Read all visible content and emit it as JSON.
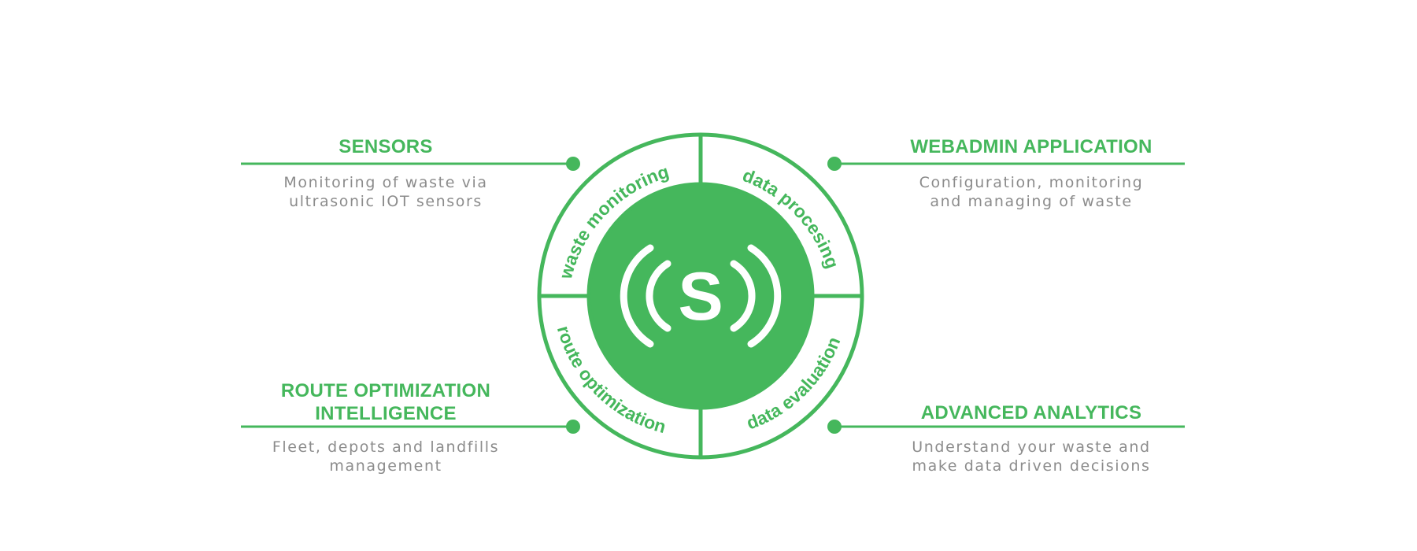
{
  "colors": {
    "accent": "#45b75c",
    "muted_text": "#8c8c8c",
    "background": "#ffffff"
  },
  "center": {
    "logo_text": "(S)",
    "logo_icon": "signal-s-icon",
    "ring_labels": {
      "top_left": "waste monitoring",
      "top_right": "data procesing",
      "bottom_left": "route optimization",
      "bottom_right": "data evaluation"
    }
  },
  "blocks": {
    "sensors": {
      "title": "SENSORS",
      "description": "Monitoring of waste via\nultrasonic IOT sensors"
    },
    "webadmin": {
      "title": "WEBADMIN APPLICATION",
      "description": "Configuration, monitoring\nand managing of waste"
    },
    "route": {
      "title": "ROUTE OPTIMIZATION\nINTELLIGENCE",
      "description": "Fleet, depots and landfills\nmanagement"
    },
    "analytics": {
      "title": "ADVANCED ANALYTICS",
      "description": "Understand your waste and\nmake data driven decisions"
    }
  }
}
